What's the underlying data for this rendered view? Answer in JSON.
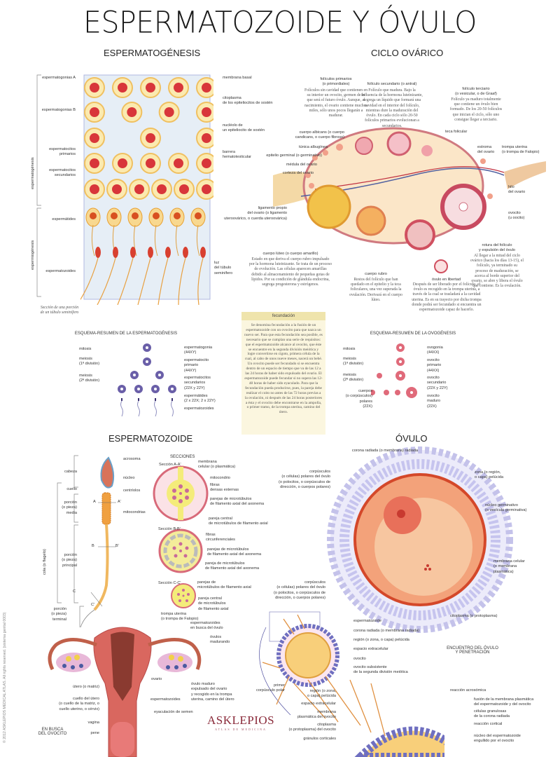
{
  "title": "ESPERMATOZOIDE Y ÓVULO",
  "sections": {
    "spermatogenesis": "ESPERMATOGÉNESIS",
    "ovarian_cycle": "CICLO OVÁRICO",
    "sperm": "ESPERMATOZOIDE",
    "ovum": "ÓVULO"
  },
  "tubule": {
    "left": [
      "espermatogonias A",
      "espermatogonias B",
      "espermatocitos\nprimarios",
      "espermatocitos\nsecundarios",
      "espermátides",
      "espermatozoides"
    ],
    "right": [
      "membrana basal",
      "citoplasma\nde los epiteliocitos de sostén",
      "nucléolo de\nun epiteliocito de sostén",
      "barrera\nhematotesticular",
      "luz\ndel túbulo\nseminífero"
    ],
    "brackets": [
      "espermatogénesis",
      "espermiogénesis"
    ],
    "caption": "Sección de una porción\nde un túbulo seminífero"
  },
  "ovary": {
    "primary": {
      "title": "folículos primarios\n(o primordiales)",
      "text": "Folículos sin cavidad que contienen en su interior un ovocito, germen de lo que será el futuro óvulo. Aunque, al nacimiento, el ovario contiene muchos miles, sólo unos pocos llegarán a madurar."
    },
    "secondary": {
      "title": "folículo secundario (o antral)",
      "text": "Folículo que madura. Bajo la influencia de la hormona luteinizante, segrega un líquido que formará una cavidad en el interior del folículo, mientras dure la maduración del óvulo. En cada ciclo sólo 20-50 folículos primarios evolucionan a secundarios."
    },
    "tertiary": {
      "title": "folículo terciario\n(o vesicular, o de Graaf)",
      "text": "Folículo ya maduro totalmente que contiene un óvulo bien formado. De los 20-50 folículos que inician el ciclo, sólo uno consigue llegar a terciario."
    },
    "labels_left": [
      "cuerpo albicans (o cuerpo\ncandicans, o cuerpo fibroso)",
      "túnica albugínea",
      "epitelio germinal (o germinativo)",
      "médula del ovario",
      "corteza del ovario",
      "ligamento propio\ndel ovario (o ligamento\nuteroovárico, o cuerda uteroovárica)"
    ],
    "labels_right": [
      "teca folicular",
      "estroma\ndel ovario",
      "trompa uterina\n(o trompa de Falopio)",
      "hilo\ndel ovario",
      "ovocito\n(u oocito)"
    ],
    "luteum": {
      "title": "cuerpo lúteo (o cuerpo amarillo)",
      "text": "Estado en que deriva el cuerpo rubro impulsado por la hormona luteinizante. Se trata de un proceso de evolución. Las células aparecen amarillas debido al almacenamiento de pequeñas gotas de lípidos. Por su condición de glándula endocrina, segrega progesterona y estrógenos."
    },
    "rubrum": {
      "title": "cuerpo rubro",
      "text": "Restos del folículo que han quedado en el epitelio y la teca foliculares, una vez superada la ovulación. Derivará en el cuerpo lúteo."
    },
    "free": {
      "title": "óvulo en libertad",
      "text": "Después de ser liberado por el folículo, el óvulo es recogido en la trompa uterina, a través de la cual se trasladará a la cavidad uterina. Es en su trayecto por dicha trompa donde podrá ser fecundado si encuentra un espermatozoide capaz de hacerlo."
    },
    "rupture": {
      "title": "rotura del folículo\ny expulsión del óvulo",
      "text": "Al llegar a la mitad del ciclo ovárico (hacia los días 13-15), el folículo, ya terminado su proceso de maduración, se acerca al borde superior del ovario, se abre y libera el óvulo que contiene. Es la ovulación."
    }
  },
  "fertilization": {
    "title": "fecundación",
    "text": "Se denomina fecundación a la fusión de un espermatozoide con un ovocito para que nazca un nuevo ser. Para que esta fecundación sea posible, es necesario que se cumplan una serie de requisitos: que el espermatozoide alcance al ovocito, que éste se encuentre en la segunda división meiótica y logre convertirse en cigoto, primera célula de la cual, al cabo de unos nueve meses, nacerá un bebé. Un ovocito puede ser fecundado si se encuentra dentro de un espacio de tiempo que va de las 12 a las 24 horas de haber sido expulsado del ovario. El espermatozoide puede fecundar si no supera las 12-48 horas de haber sido eyaculado. Para que la fecundación pueda producirse, pues, la pareja debe realizar el coito no antes de las 72 horas previas a la ovulación, ni después de las 24 horas posteriores a ésta y el ovocito debe encontrarse en la ampolla, o primer tramo, de la trompa uterina, camino del útero."
  },
  "scheme_sperm": {
    "title": "ESQUEMA-RESUMEN DE LA ESPERMATOGÉNESIS",
    "left": [
      "mitosis",
      "meiosis\n(1ª división)",
      "meiosis\n(2ª división)"
    ],
    "right": [
      "espermatogonia\n(44XY)",
      "espermatocito\nprimario\n(44XY)",
      "espermatocitos\nsecundarios\n(22X y 22Y)",
      "espermátides\n(2 x 22X; 2 x 22Y)",
      "espermatozoides"
    ]
  },
  "scheme_ovo": {
    "title": "ESQUEMA-RESUMEN DE LA OVOGÉNESIS",
    "left": [
      "mitosis",
      "meiosis\n(1ª división)",
      "meiosis\n(2ª división)",
      "cuerpos\n(o corpúsculos)\npolares\n(22X)"
    ],
    "right": [
      "ovogonia\n(44XX)",
      "ovocito\nprimario\n(44XX)",
      "ovocito\nsecundario\n(22X y 22Y)",
      "ovocito\nmaduro\n(22X)"
    ]
  },
  "sperm": {
    "parts": [
      "cabeza",
      "cuello",
      "porción\n(o pieza)\nmedia",
      "porción\n(o pieza)\nprincipal",
      "porción\n(o pieza)\nterminal"
    ],
    "tail": "cola (o flagelo)",
    "labels": [
      "acrosoma",
      "núcleo",
      "centríolos",
      "mitocondrias"
    ],
    "cuts": [
      "A",
      "A'",
      "B",
      "B'",
      "C",
      "C'"
    ],
    "sections_title": "SECCIONES",
    "sec_a": {
      "title": "Sección A-A'",
      "labels": [
        "membrana\ncelular (o plasmática)",
        "mitocondrio",
        "fibras\ndensas externas",
        "parejas de microtúbulos\nde filamento axial del axonema",
        "pareja central\nde microtúbulos de filamento axial"
      ]
    },
    "sec_b": {
      "title": "Sección B-B'",
      "labels": [
        "fibras\ncircunferenciales",
        "parejas de microtúbulos\nde filamento axial del axonema",
        "pareja de microtúbulos\nde filamento axial del axonema"
      ]
    },
    "sec_c": {
      "title": "Sección C-C'",
      "labels": [
        "parejas de\nmicrotúbulos de filamento axial",
        "pareja central\nde microtúbulos\nde filamento axial"
      ]
    }
  },
  "uterus": {
    "caption": "EN BUSCA\nDEL OVOCITO",
    "labels": [
      "trompa uterina\n(o trompa de Falopio)",
      "espermatozoides\nen busca del óvulo",
      "óvulos\nmadurando",
      "ovario",
      "útero (o matriz)",
      "cuello del útero\n(o cuello de la matriz, o\ncuello uterino, o cérvix)",
      "vagina",
      "pene",
      "espermatozoides",
      "eyaculación de semen",
      "óvulo maduro\nexpulsado del ovario\ny recogido en la trompa\nuterina, camino del útero"
    ]
  },
  "ovum": {
    "labels": [
      "corona radiada (o membrana) radiada",
      "corpúsculos\n(o células) polares del óvulo\n(o polocitos, o corpúsculos de\ndirección, o cuerpos polares)",
      "zona (o región,\no capa) pelúcida",
      "núcleo germinativo\n(o vesícula germinativa)",
      "membrana celular\n(o membrana\nplasmática)",
      "corpúsculos\n(o células) polares del óvulo\n(o polocitos, o corpúsculos de\ndirección, o cuerpos polares)",
      "citoplasma (o protoplasma)"
    ]
  },
  "encounter": {
    "title": "ENCUENTRO DEL ÓVULO\nY PENETRACIÓN",
    "top": [
      "espermatozoide",
      "corona radiada (o membrana radiada)",
      "región (o zona, o capa) pelúcida",
      "espacio extracelular",
      "ovocito",
      "ovocito subsistente\nde la segunda división meiótica"
    ],
    "polar": "primer\ncorpúsculo polar",
    "left": [
      "región (o zona,\no capa) pelúcida",
      "espacio extracelular",
      "membrana\nplasmática del ovocito",
      "citoplasma\n(o protoplasma) del ovocito",
      "gránulos corticales"
    ],
    "right": [
      "reacción acrosómica",
      "fusión de la membrana plasmática\ndel espermatozoide y del ovocito",
      "células granulosas\nde la corona radiada",
      "reacción cortical",
      "núcleo del espermatozoide\nengullido por el ovocito"
    ]
  },
  "logo": {
    "name": "ASKLEPIOS",
    "tagline": "ATLAS DE MEDICINA"
  },
  "copyright": "© 2012 ASKLEPIOS MEDICAL ATLAS. All rights reserved. (sistema genital 0003)",
  "colors": {
    "oocyte": "#e06a7a",
    "sperm_cell": "#6a5fa8",
    "follicle": "#f0c040",
    "corona": "#b9b8e8",
    "uterus": "#d9675f"
  }
}
